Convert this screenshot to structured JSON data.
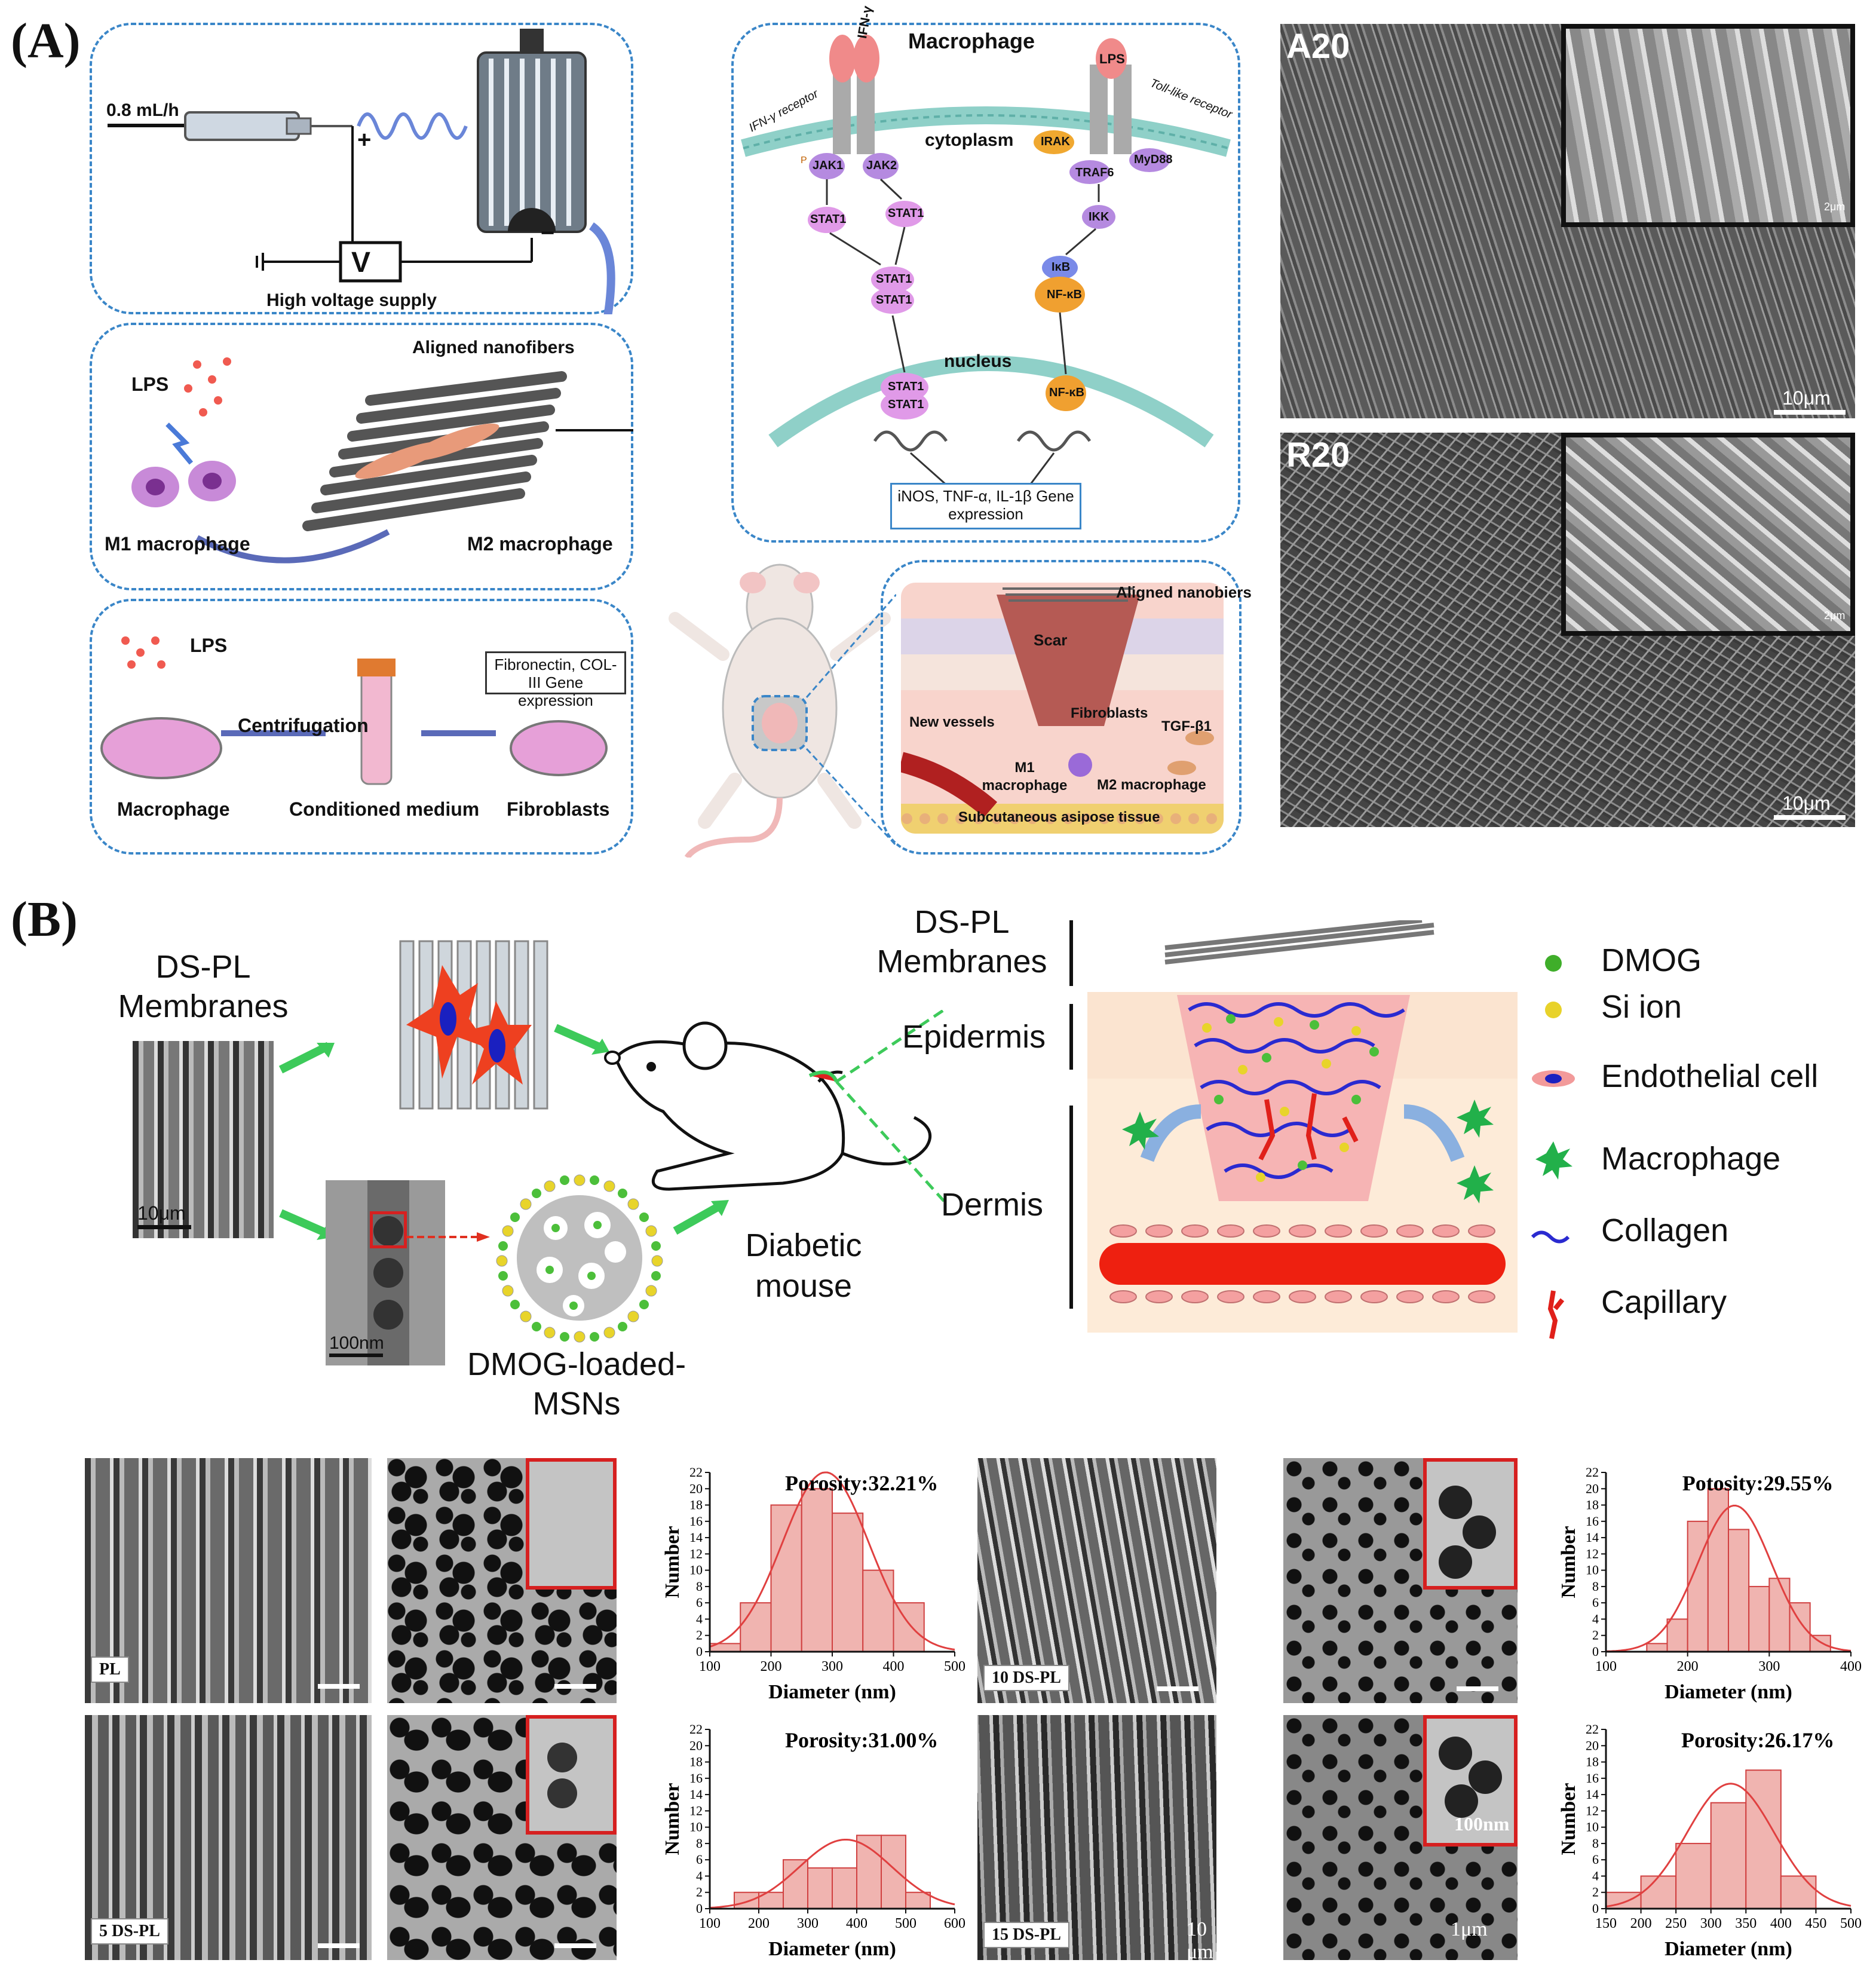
{
  "panel_a": {
    "letter": "(A)",
    "electrospinning": {
      "flow_rate": "0.8 mL/h",
      "plus": "+",
      "minus": "−",
      "voltage_symbol": "V",
      "supply_label": "High voltage supply"
    },
    "macrophage_culture": {
      "lps": "LPS",
      "aligned": "Aligned nanofibers",
      "m1": "M1 macrophage",
      "m2": "M2 macrophage"
    },
    "conditioned": {
      "lps": "LPS",
      "centrifugation": "Centrifugation",
      "gene_box": "Fibronectin, COL-III Gene expression",
      "macrophage": "Macrophage",
      "medium": "Conditioned medium",
      "fibroblasts": "Fibroblasts"
    },
    "pathway": {
      "title": "Macrophage",
      "ifn": "IFN-γ",
      "lps": "LPS",
      "ifn_receptor": "IFN-γ receptor",
      "tlr": "Toll-like receptor",
      "cytoplasm": "cytoplasm",
      "jak1": "JAK1",
      "jak2": "JAK2",
      "irak": "IRAK",
      "myd88": "MyD88",
      "traf6": "TRAF6",
      "stat1": "STAT1",
      "ikk": "IKK",
      "ikb": "IκB",
      "nfkb": "NF-κB",
      "nucleus": "nucleus",
      "p": "P",
      "gene_box": "iNOS, TNF-α, IL-1β Gene expression"
    },
    "skin": {
      "aligned": "Aligned nanobiers",
      "scar": "Scar",
      "new_vessels": "New vessels",
      "fibroblasts": "Fibroblasts",
      "tgf": "TGF-β1",
      "m1": "M1 macrophage",
      "m2": "M2 macrophage",
      "adipose": "Subcutaneous asipose tissue"
    },
    "sem": [
      {
        "label": "A20",
        "inset_scale": "2μm",
        "scale": "10μm"
      },
      {
        "label": "R20",
        "inset_scale": "2μm",
        "scale": "10μm"
      }
    ]
  },
  "panel_b": {
    "letter": "(B)",
    "membranes_label": "DS-PL Membranes",
    "sem_scale": "10μm",
    "tem_scale": "100nm",
    "msn_label": "DMOG-loaded-MSNs",
    "mouse_label": "Diabetic mouse",
    "layers": [
      "DS-PL Membranes",
      "Epidermis",
      "Dermis"
    ],
    "legend": [
      {
        "label": "DMOG",
        "color": "#3fae2a"
      },
      {
        "label": "Si ion",
        "color": "#e8d22a"
      },
      {
        "label": "Endothelial cell",
        "color": "#f29a9a"
      },
      {
        "label": "Macrophage",
        "color": "#22b04a"
      },
      {
        "label": "Collagen",
        "color": "#2a2ad0"
      },
      {
        "label": "Capillary",
        "color": "#e0201a"
      }
    ],
    "sem_tags": [
      "PL",
      "5 DS-PL",
      "10 DS-PL",
      "15 DS-PL"
    ],
    "inset_scale": "100nm",
    "sem_scale_10um": "10 μm",
    "sem_scale_1um": "1μm"
  },
  "chart_data": [
    {
      "type": "bar",
      "title": "Porosity:32.21%",
      "xlabel": "Diameter (nm)",
      "ylabel": "Number",
      "xlim": [
        100,
        500
      ],
      "xticks": [
        100,
        200,
        300,
        400,
        500
      ],
      "ylim": [
        0,
        22
      ],
      "yticks": [
        0,
        2,
        4,
        6,
        8,
        10,
        12,
        14,
        16,
        18,
        20,
        22
      ],
      "bin_edges": [
        100,
        150,
        200,
        250,
        300,
        350,
        400,
        450
      ],
      "values": [
        1,
        6,
        18,
        20,
        17,
        10,
        6
      ]
    },
    {
      "type": "bar",
      "title": "Porosity:31.00%",
      "xlabel": "Diameter (nm)",
      "ylabel": "Number",
      "xlim": [
        100,
        600
      ],
      "xticks": [
        100,
        200,
        300,
        400,
        500,
        600
      ],
      "ylim": [
        0,
        22
      ],
      "yticks": [
        0,
        2,
        4,
        6,
        8,
        10,
        12,
        14,
        16,
        18,
        20,
        22
      ],
      "bin_edges": [
        150,
        200,
        250,
        300,
        350,
        400,
        450,
        500,
        550
      ],
      "values": [
        2,
        2,
        6,
        5,
        5,
        9,
        9,
        2
      ]
    },
    {
      "type": "bar",
      "title": "Potosity:29.55%",
      "xlabel": "Diameter (nm)",
      "ylabel": "Number",
      "xlim": [
        100,
        400
      ],
      "xticks": [
        100,
        200,
        300,
        400
      ],
      "ylim": [
        0,
        22
      ],
      "yticks": [
        0,
        2,
        4,
        6,
        8,
        10,
        12,
        14,
        16,
        18,
        20,
        22
      ],
      "bin_edges": [
        150,
        175,
        200,
        225,
        250,
        275,
        300,
        325,
        350,
        375
      ],
      "values": [
        1,
        4,
        16,
        20,
        15,
        8,
        9,
        6,
        2
      ]
    },
    {
      "type": "bar",
      "title": "Porosity:26.17%",
      "xlabel": "Diameter (nm)",
      "ylabel": "Number",
      "xlim": [
        150,
        500
      ],
      "xticks": [
        150,
        200,
        250,
        300,
        350,
        400,
        450,
        500
      ],
      "ylim": [
        0,
        22
      ],
      "yticks": [
        0,
        2,
        4,
        6,
        8,
        10,
        12,
        14,
        16,
        18,
        20,
        22
      ],
      "bin_edges": [
        150,
        200,
        250,
        300,
        350,
        400,
        450
      ],
      "values": [
        2,
        4,
        8,
        13,
        17,
        4
      ]
    }
  ]
}
